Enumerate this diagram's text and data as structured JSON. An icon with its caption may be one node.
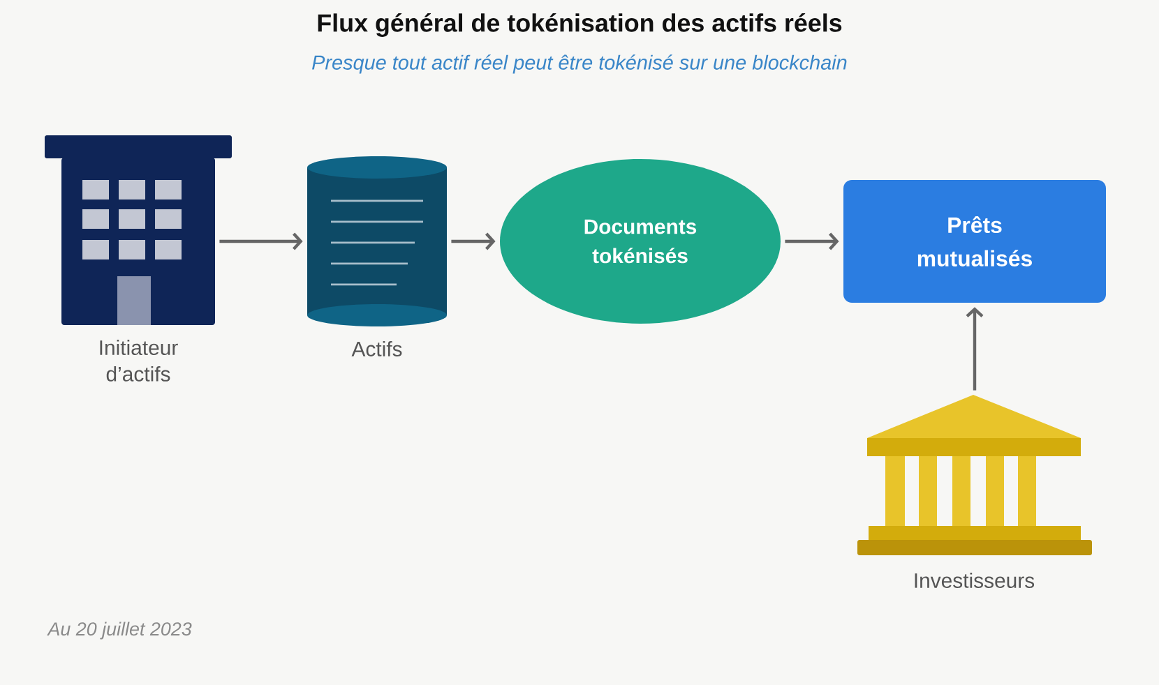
{
  "diagram": {
    "title": "Flux général de tokénisation des actifs réels",
    "nodes": [
      {
        "text": [],
        "shape": "picture",
        "beside": [
          "Initiateur d’actifs"
        ]
      },
      {
        "text": [],
        "shape": "cylinder",
        "beside": [
          "Actifs"
        ]
      },
      {
        "text": [
          "Documents tokénisés"
        ]
      },
      {
        "text": [
          "Prêts mutualisés"
        ]
      },
      {
        "text": [],
        "shape": "picture",
        "beside": [
          "Investisseurs"
        ]
      }
    ],
    "edges": [
      {
        "from": 0,
        "to": 1,
        "arrow": "to"
      },
      {
        "from": 1,
        "to": 2,
        "arrow": "to"
      },
      {
        "from": 2,
        "to": 3,
        "arrow": "to"
      },
      {
        "from": 4,
        "to": 3,
        "arrow": "to"
      }
    ],
    "labels": [
      "Presque tout actif réel peut être tokénisé sur une blockchain",
      "Au 20 juillet 2023"
    ]
  }
}
